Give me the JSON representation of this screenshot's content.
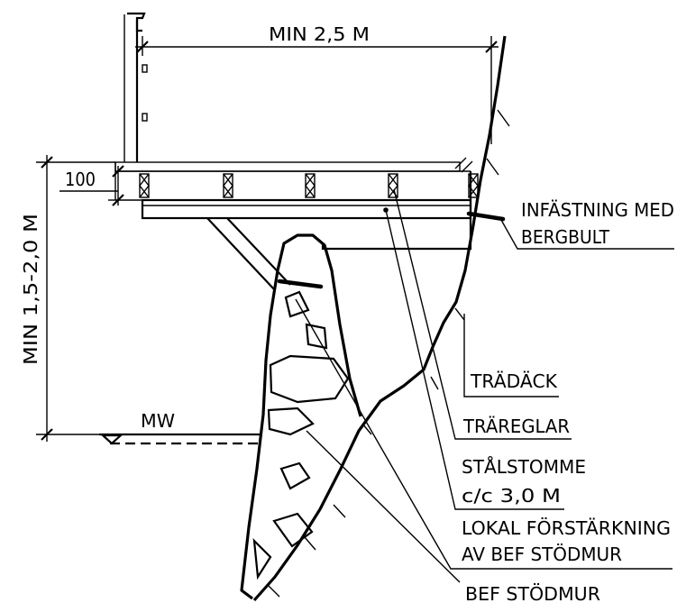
{
  "drawing": {
    "dim_width": "MIN 2,5 M",
    "dim_height": "MIN 1,5-2,0 M",
    "dim_100": "100",
    "water_level": "MW",
    "labels": {
      "fastening_line1": "INFÄSTNING MED",
      "fastening_line2": "BERGBULT",
      "deck": "TRÄDÄCK",
      "joists": "TRÄREGLAR",
      "steel_line1": "STÅLSTOMME",
      "steel_line2": "c/c 3,0 M",
      "reinforcement_line1": "LOKAL FÖRSTÄRKNING",
      "reinforcement_line2": "AV BEF STÖDMUR",
      "retaining_wall": "BEF STÖDMUR"
    }
  },
  "colors": {
    "ink": "#000000",
    "background": "#ffffff"
  }
}
